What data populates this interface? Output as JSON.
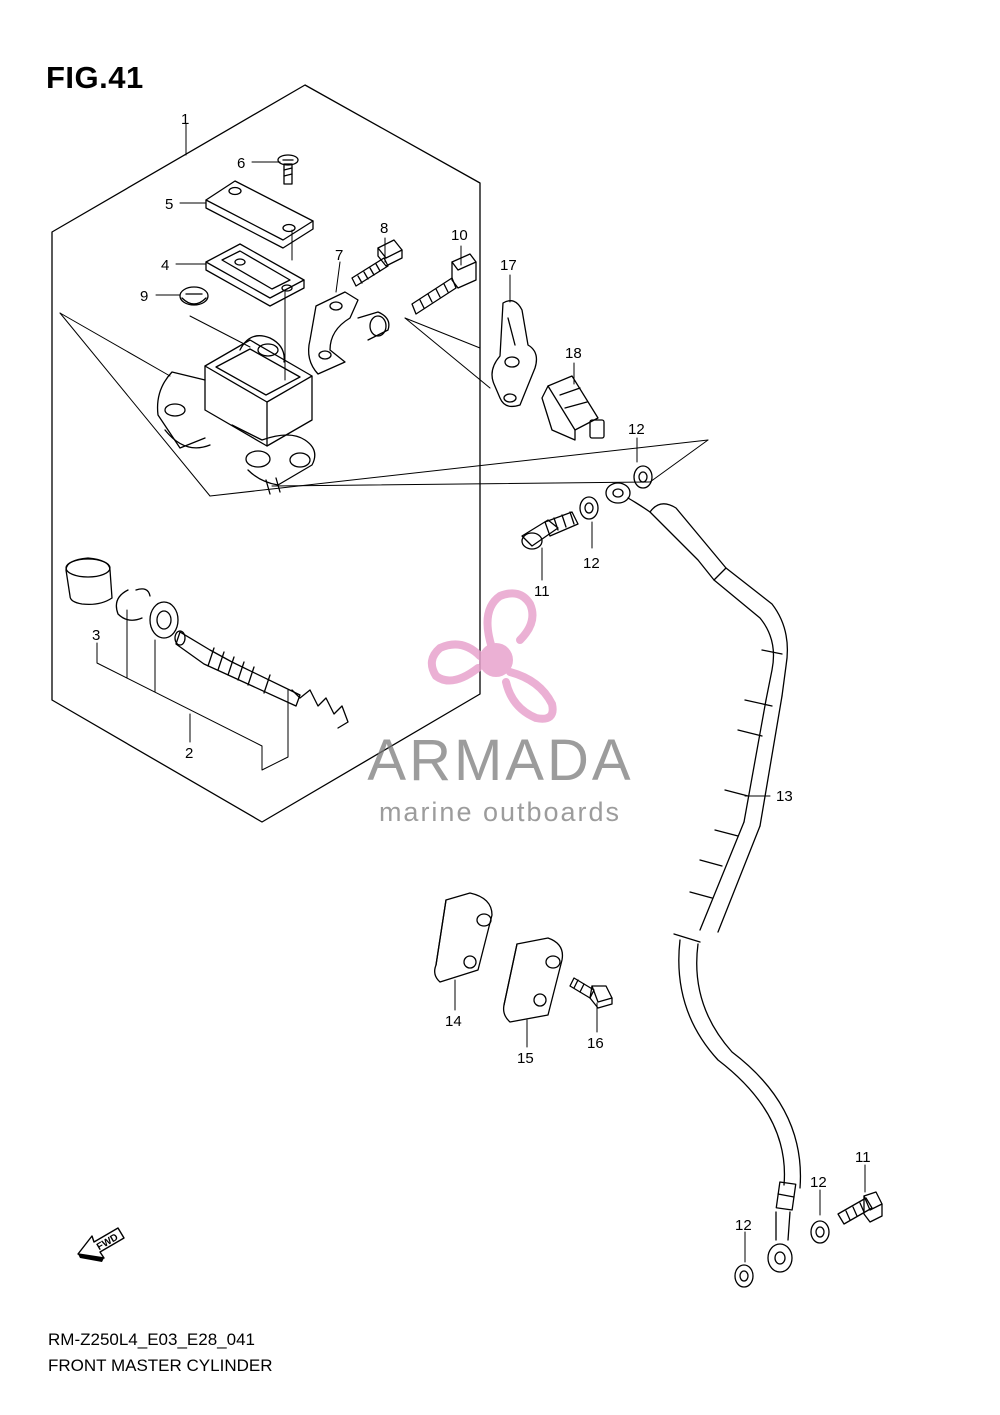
{
  "figure": {
    "title": "FIG.41"
  },
  "footer": {
    "code": "RM-Z250L4_E03_E28_041",
    "name": "FRONT MASTER CYLINDER"
  },
  "watermark": {
    "name": "ARMADA",
    "tagline": "marine outboards",
    "logo_color": "#e8a3cd",
    "text_color": "#7b7b7b"
  },
  "direction_marker": {
    "label": "FWD"
  },
  "callouts": [
    {
      "id": "c1",
      "label": "1"
    },
    {
      "id": "c2",
      "label": "2"
    },
    {
      "id": "c3",
      "label": "3"
    },
    {
      "id": "c4",
      "label": "4"
    },
    {
      "id": "c5",
      "label": "5"
    },
    {
      "id": "c6",
      "label": "6"
    },
    {
      "id": "c7",
      "label": "7"
    },
    {
      "id": "c8",
      "label": "8"
    },
    {
      "id": "c9",
      "label": "9"
    },
    {
      "id": "c10",
      "label": "10"
    },
    {
      "id": "c11a",
      "label": "11"
    },
    {
      "id": "c11b",
      "label": "11"
    },
    {
      "id": "c12a",
      "label": "12"
    },
    {
      "id": "c12b",
      "label": "12"
    },
    {
      "id": "c12c",
      "label": "12"
    },
    {
      "id": "c12d",
      "label": "12"
    },
    {
      "id": "c13",
      "label": "13"
    },
    {
      "id": "c14",
      "label": "14"
    },
    {
      "id": "c15",
      "label": "15"
    },
    {
      "id": "c16",
      "label": "16"
    },
    {
      "id": "c17",
      "label": "17"
    },
    {
      "id": "c18",
      "label": "18"
    }
  ]
}
